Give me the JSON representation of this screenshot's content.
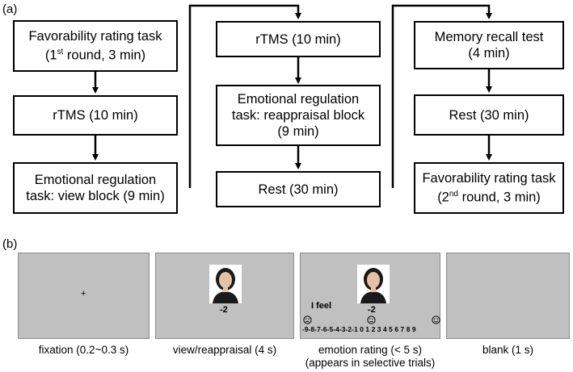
{
  "panel_a": {
    "label": "(a)",
    "col1": {
      "box1_line1": "Favorability rating task",
      "box1_pre": "(1",
      "box1_sup": "st",
      "box1_post": " round, 3 min)",
      "box2": "rTMS (10 min)",
      "box3_line1": "Emotional regulation",
      "box3_line2": "task: view block (9 min)"
    },
    "col2": {
      "box1": "rTMS (10 min)",
      "box2_line1": "Emotional regulation",
      "box2_line2": "task: reappraisal block",
      "box2_line3": "(9 min)",
      "box3": "Rest (30 min)"
    },
    "col3": {
      "box1_line1": "Memory recall test",
      "box1_line2": "(4 min)",
      "box2": "Rest (30 min)",
      "box3_line1": "Favorability rating task",
      "box3_pre": "(2",
      "box3_sup": "nd",
      "box3_post": " round, 3 min)"
    }
  },
  "panel_b": {
    "label": "(b)",
    "screens": [
      {
        "caption": "fixation (0.2~0.3 s)",
        "symbol": "+"
      },
      {
        "caption": "view/reappraisal (4 s)",
        "value": "-2"
      },
      {
        "caption_line1": "emotion rating (< 5 s)",
        "caption_line2": "(appears in selective trials)",
        "value": "-2",
        "prompt": "I feel",
        "scale": "-9-8-7-6-5-4-3-2-1 0 1 2 3 4 5 6 7 8 9",
        "left_icon": "sad-face-icon",
        "right_icon": "happy-face-icon"
      },
      {
        "caption": "blank (1 s)"
      }
    ]
  },
  "colors": {
    "screen": "#c0c0c0",
    "line": "#000000"
  }
}
